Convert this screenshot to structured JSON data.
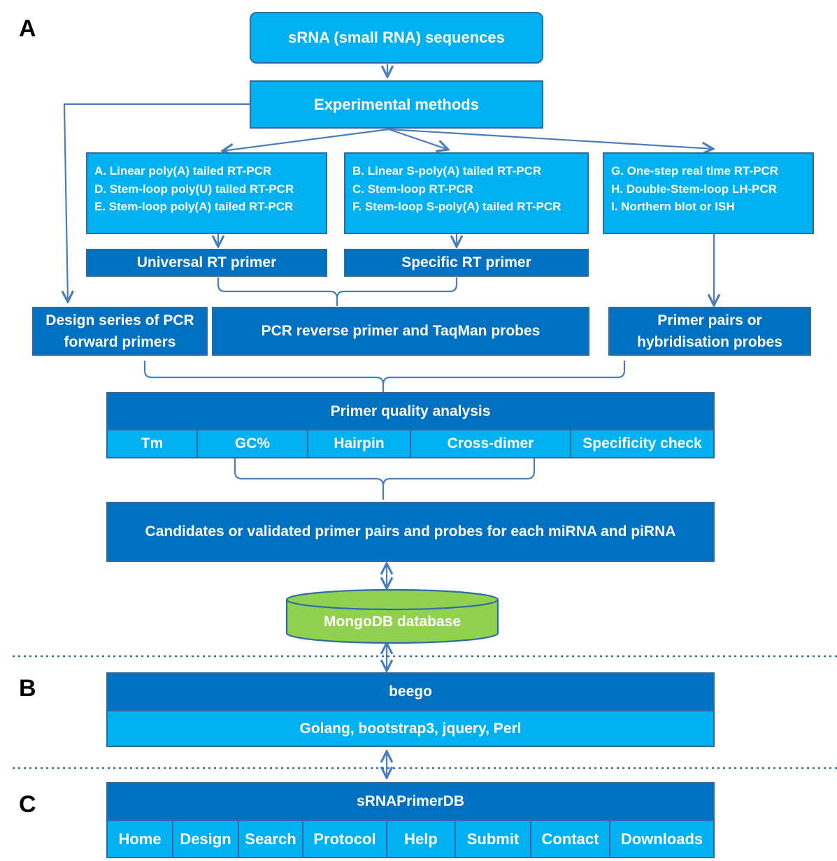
{
  "panels": {
    "a": "A",
    "b": "B",
    "c": "C"
  },
  "top": {
    "srna": "sRNA (small RNA) sequences",
    "experimental": "Experimental methods"
  },
  "methods": {
    "group1": [
      "A. Linear poly(A) tailed RT-PCR",
      "D. Stem-loop poly(U) tailed RT-PCR",
      "E. Stem-loop poly(A) tailed RT-PCR"
    ],
    "group2": [
      "B. Linear S-poly(A) tailed RT-PCR",
      "C. Stem-loop  RT-PCR",
      "F. Stem-loop  S-poly(A) tailed  RT-PCR"
    ],
    "group3": [
      "G. One-step  real time RT-PCR",
      "H. Double-Stem-loop  LH-PCR",
      "I. Northern  blot or ISH"
    ]
  },
  "primers": {
    "universal": "Universal RT primer",
    "specific": "Specific RT primer",
    "forward": "Design series of PCR forward primers",
    "reverse": "PCR reverse primer and TaqMan probes",
    "pairs": "Primer pairs or hybridisation probes"
  },
  "quality": {
    "title": "Primer quality analysis",
    "items": [
      "Tm",
      "GC%",
      "Hairpin",
      "Cross-dimer",
      "Specificity check"
    ]
  },
  "candidates": "Candidates or validated primer pairs and probes for each miRNA and piRNA",
  "database": "MongoDB database",
  "framework": {
    "title": "beego",
    "tech": "Golang, bootstrap3, jquery, Perl"
  },
  "site": {
    "title": "sRNAPrimerDB",
    "nav": [
      "Home",
      "Design",
      "Search",
      "Protocol",
      "Help",
      "Submit",
      "Contact",
      "Downloads"
    ]
  },
  "colors": {
    "light": "#00B0F0",
    "dark": "#0070C0",
    "border": "#2E6CA4",
    "db": "#92D050"
  }
}
